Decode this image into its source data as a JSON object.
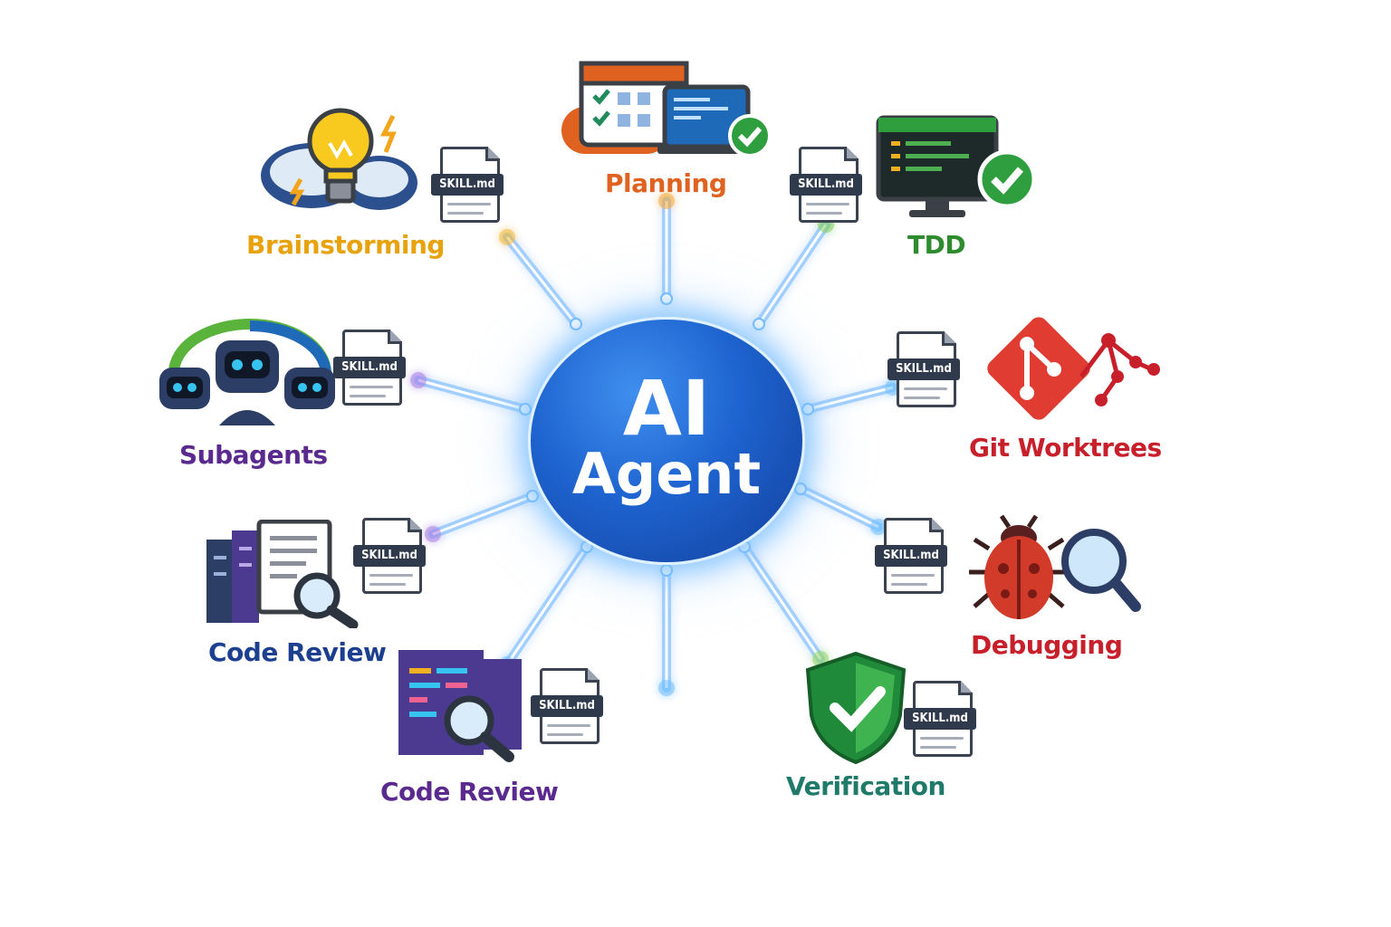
{
  "hub": {
    "line1": "AI",
    "line2": "Agent"
  },
  "skill_tag": "SKILL.md",
  "skills": [
    {
      "key": "brainstorming",
      "label": "Brainstorming",
      "color": "#e8a20c",
      "icon": "lightbulb-cloud-icon"
    },
    {
      "key": "planning",
      "label": "Planning",
      "color": "#e06220",
      "icon": "calendar-laptop-icon"
    },
    {
      "key": "tdd",
      "label": "TDD",
      "color": "#2e8b2e",
      "icon": "monitor-check-icon"
    },
    {
      "key": "subagents",
      "label": "Subagents",
      "color": "#5b2a8e",
      "icon": "robots-icon"
    },
    {
      "key": "git_worktrees",
      "label": "Git Worktrees",
      "color": "#c8202a",
      "icon": "git-branch-icon"
    },
    {
      "key": "code_review_1",
      "label": "Code Review",
      "color": "#1d3f8f",
      "icon": "document-magnifier-icon"
    },
    {
      "key": "debugging",
      "label": "Debugging",
      "color": "#c8202a",
      "icon": "bug-magnifier-icon"
    },
    {
      "key": "code_review_2",
      "label": "Code Review",
      "color": "#5b2a8e",
      "icon": "code-magnifier-icon"
    },
    {
      "key": "verification",
      "label": "Verification",
      "color": "#1f7a6a",
      "icon": "shield-check-icon"
    }
  ]
}
